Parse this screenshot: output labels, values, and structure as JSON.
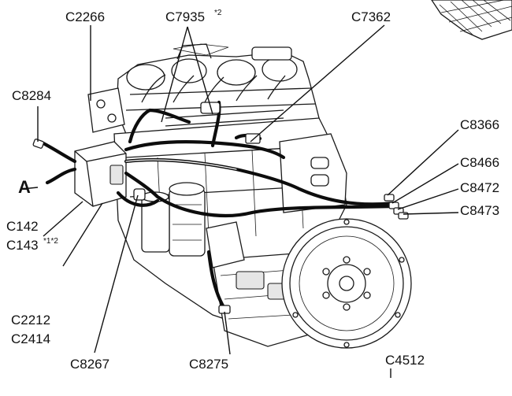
{
  "diagram": {
    "labels": {
      "c2266": "C2266",
      "c7935": "C7935",
      "c7935_note": "*2",
      "c7362": "C7362",
      "c8284": "C8284",
      "c8366": "C8366",
      "c8466": "C8466",
      "c8472": "C8472",
      "c8473": "C8473",
      "a": "A",
      "c142": "C142",
      "c143": "C143",
      "c143_note": "*1*2",
      "c2212": "C2212",
      "c2414": "C2414",
      "c8267": "C8267",
      "c8275": "C8275",
      "c4512": "C4512"
    }
  }
}
